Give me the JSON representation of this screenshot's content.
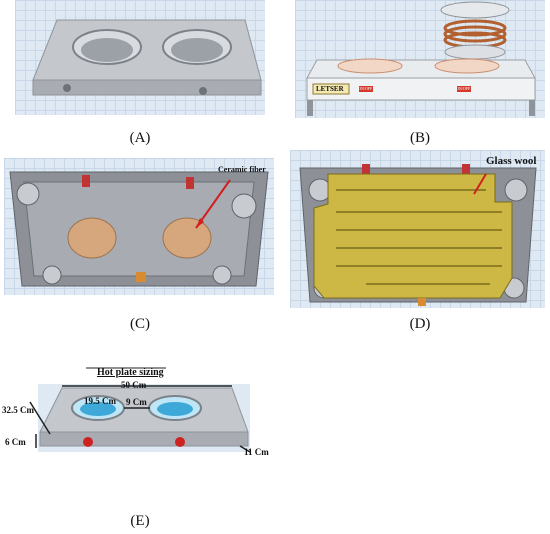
{
  "captions": {
    "a": "(A)",
    "b": "(B)",
    "c": "(C)",
    "d": "(D)",
    "e": "(E)"
  },
  "panel_b": {
    "brand": "LETSER",
    "button1": "ON/OFF",
    "button2": "ON/OFF"
  },
  "panel_c": {
    "label": "Ceramic fiber"
  },
  "panel_d": {
    "label": "Glass wool"
  },
  "panel_e": {
    "title": "Hot plate sizing",
    "length": "50 Cm",
    "width": "32.5 Cm",
    "hole": "19.5 Cm",
    "gap": "9 Cm",
    "height": "6 Cm",
    "depth": "11 Cm"
  },
  "colors": {
    "grid": "#dfe9f3",
    "plate": "#b9bcc2",
    "ceramic": "#d9a878",
    "glasswool": "#c9b43a",
    "knob": "#cc2222",
    "blue": "#3ea9d8"
  }
}
